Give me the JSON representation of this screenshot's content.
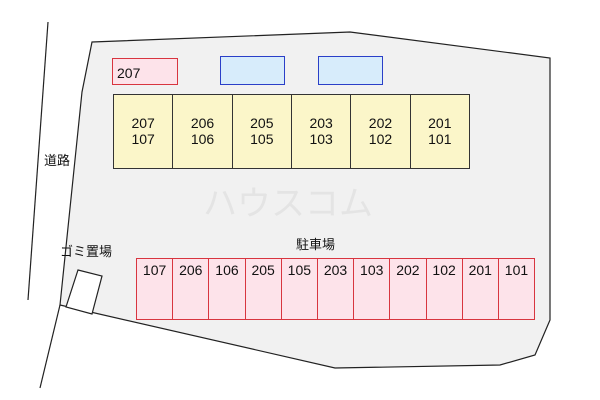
{
  "labels": {
    "road": "道路",
    "garbage": "ゴミ置場",
    "parking": "駐車場"
  },
  "top_pink_slot": "207",
  "building_units": [
    {
      "upper": "207",
      "lower": "107"
    },
    {
      "upper": "206",
      "lower": "106"
    },
    {
      "upper": "205",
      "lower": "105"
    },
    {
      "upper": "203",
      "lower": "103"
    },
    {
      "upper": "202",
      "lower": "102"
    },
    {
      "upper": "201",
      "lower": "101"
    }
  ],
  "parking_slots": [
    "107",
    "206",
    "106",
    "205",
    "105",
    "203",
    "103",
    "202",
    "102",
    "201",
    "101"
  ],
  "colors": {
    "ground": "#f1f1f1",
    "building": "#fbf6c9",
    "parking_pink": "#fde3ea",
    "parking_blue": "#d7ecfb",
    "pink_border": "#d8353f",
    "blue_border": "#2a3fc8"
  }
}
